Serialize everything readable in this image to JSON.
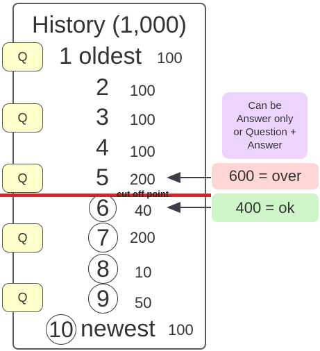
{
  "history": {
    "title": "History (1,000)",
    "items": [
      {
        "label": "1 oldest",
        "value": "100"
      },
      {
        "label": "2",
        "value": "100"
      },
      {
        "label": "3",
        "value": "100"
      },
      {
        "label": "4",
        "value": "100"
      },
      {
        "label": "5",
        "value": "200"
      },
      {
        "label": "6",
        "value": "40"
      },
      {
        "label": "7",
        "value": "200"
      },
      {
        "label": "8",
        "value": "10"
      },
      {
        "label": "9",
        "value": "50"
      },
      {
        "label": "10",
        "suffix": "newest",
        "value": "100"
      }
    ]
  },
  "tags": {
    "q": "Q"
  },
  "cutoff": {
    "label": "cut off point",
    "color": "#e02020"
  },
  "note": {
    "line1": "Can be",
    "line2": "Answer only",
    "line3": "or Question +",
    "line4": "Answer",
    "color": "#ecd4ff"
  },
  "over": {
    "text": "600 = over",
    "color": "#ffd6d6"
  },
  "ok": {
    "text": "400 = ok",
    "color": "#cdf5c8"
  }
}
